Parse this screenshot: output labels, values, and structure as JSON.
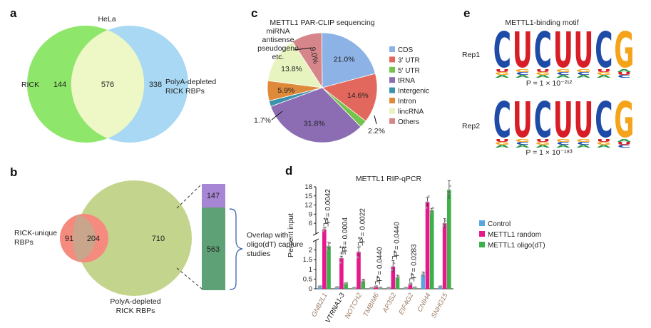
{
  "colors": {
    "venn_green": "#8ee66a",
    "venn_blue": "#a8d8f4",
    "venn_overlap": "#eef7c6",
    "venn_red": "#f58a7f",
    "venn_olive": "#c3d58c",
    "bar_purple": "#a886d6",
    "bar_green": "#5ea176",
    "control": "#5aa5e0",
    "random": "#e6198c",
    "oligo": "#3db04a",
    "motif_c": "#1f4ba8",
    "motif_u": "#d71e26",
    "motif_g": "#f5a319",
    "motif_a": "#2e9a48"
  },
  "panel_a": {
    "letter": "a",
    "top_label": "HeLa",
    "left_label": "RICK",
    "right_label_1": "PolyA-depleted",
    "right_label_2": "RICK RBPs",
    "left_only": "144",
    "overlap": "576",
    "right_only": "338"
  },
  "panel_b": {
    "letter": "b",
    "left_label_1": "RICK-unique",
    "left_label_2": "RBPs",
    "left_only": "91",
    "overlap": "204",
    "right_only": "710",
    "bottom_label_1": "PolyA-depleted",
    "bottom_label_2": "RICK RBPs",
    "bar_top": "147",
    "bar_bottom": "563",
    "brace_label_1": "Overlap with",
    "brace_label_2": "oligo(dT) capture",
    "brace_label_3": "studies"
  },
  "panel_c": {
    "letter": "c",
    "annotation_lines": [
      "miRNA",
      "antisense",
      "pseudogene",
      "etc."
    ],
    "label_outside_left": "1.7%",
    "label_outside_right": "2.2%"
  },
  "panel_d": {
    "letter": "d",
    "ylabel": "Percent input",
    "legend": [
      "Control",
      "METTL1 random",
      "METTL1 oligo(dT)"
    ],
    "genes": [
      {
        "name": "GNB2L1",
        "color": "#9a7b63",
        "p": "P = 0.0042",
        "sig": "**"
      },
      {
        "name": "VTRNA1-3",
        "color": "#111111",
        "p": "P = 0.0004",
        "sig": "***"
      },
      {
        "name": "NOTCH2",
        "color": "#9a7b63",
        "p": "P = 0.0022",
        "sig": "**"
      },
      {
        "name": "TMBIM6",
        "color": "#9a7b63",
        "p": "P = 0.0440",
        "sig": "*"
      },
      {
        "name": "AP3S2",
        "color": "#9a7b63",
        "p": "P = 0.0440",
        "sig": "*"
      },
      {
        "name": "EIF4G2",
        "color": "#9a7b63",
        "p": "P = 0.0283",
        "sig": "*"
      },
      {
        "name": "CNIH4",
        "color": "#9a7b63",
        "p": "",
        "sig": ""
      },
      {
        "name": "SNHG15",
        "color": "#9a7b63",
        "p": "",
        "sig": ""
      }
    ]
  },
  "panel_e": {
    "letter": "e",
    "title": "METTL1-binding motif",
    "rep1": "Rep1",
    "rep2": "Rep2",
    "p1": "P = 1 × 10⁻²¹²",
    "p2": "P = 1 × 10⁻¹⁸³",
    "motif": [
      "C",
      "U",
      "C",
      "U",
      "U",
      "C",
      "G"
    ]
  },
  "chart_data": [
    {
      "type": "pie",
      "title": "METTL1 PAR-CLIP sequencing",
      "categories": [
        "CDS",
        "3′ UTR",
        "5′ UTR",
        "tRNA",
        "Intergenic",
        "Intron",
        "lincRNA",
        "Others"
      ],
      "values": [
        21.0,
        14.6,
        2.2,
        31.8,
        1.7,
        5.9,
        13.8,
        9.0
      ],
      "labels": [
        "21.0%",
        "14.6%",
        "2.2%",
        "31.8%",
        "1.7%",
        "5.9%",
        "13.8%",
        "9.0%"
      ],
      "colors": [
        "#8db2e6",
        "#e2685d",
        "#74c44c",
        "#8c6db3",
        "#3a92ad",
        "#df8a3a",
        "#e8f4bf",
        "#d6868a"
      ],
      "legend_position": "right"
    },
    {
      "type": "bar",
      "title": "METTL1 RIP-qPCR",
      "ylabel": "Percent input",
      "categories": [
        "GNB2L1",
        "VTRNA1-3",
        "NOTCH2",
        "TMBIM6",
        "AP3S2",
        "EIF4G2",
        "CNIH4",
        "SNHG15"
      ],
      "series": [
        {
          "name": "Control",
          "values": [
            0.12,
            0.08,
            0.05,
            0.04,
            0.05,
            0.05,
            0.75,
            0.12
          ]
        },
        {
          "name": "METTL1 random",
          "values": [
            4.0,
            1.58,
            1.9,
            0.12,
            1.15,
            0.25,
            13.0,
            6.0
          ]
        },
        {
          "name": "METTL1 oligo(dT)",
          "values": [
            2.2,
            0.28,
            0.4,
            0.06,
            0.6,
            0.07,
            10.3,
            17.0
          ]
        }
      ],
      "errors": [
        [
          0.03,
          0.02,
          0.01,
          0.01,
          0.02,
          0.01,
          0.12,
          0.02
        ],
        [
          0.5,
          0.1,
          0.25,
          0.03,
          0.3,
          0.05,
          1.5,
          1.5
        ],
        [
          0.2,
          0.03,
          0.1,
          0.01,
          0.1,
          0.02,
          0.6,
          3.0
        ]
      ],
      "yticks": [
        0,
        0.5,
        1,
        1.5,
        2,
        6,
        9,
        12,
        15,
        18
      ],
      "ylim_lower": [
        0,
        2.5
      ],
      "ylim_upper": [
        2.5,
        18
      ],
      "legend_position": "right",
      "grid": false
    }
  ]
}
